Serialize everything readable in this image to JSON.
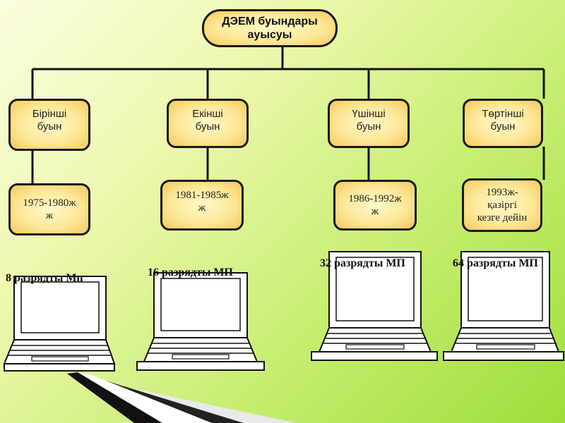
{
  "root": {
    "line1": "ДЭЕМ буындары",
    "line2": "ауысуы"
  },
  "generations": [
    {
      "label1": "Бірінші",
      "label2": "буын",
      "years1": "1975-1980ж",
      "years2": "ж",
      "years3": "",
      "mp": "8 разрядты  Мп"
    },
    {
      "label1": "Екінші",
      "label2": "буын",
      "years1": "1981-1985ж",
      "years2": "ж",
      "years3": "",
      "mp": "16 разрядты МП"
    },
    {
      "label1": "Үшінші",
      "label2": "буын",
      "years1": "1986-1992ж",
      "years2": "ж",
      "years3": "",
      "mp": "32 разрядты МП"
    },
    {
      "label1": "Төртінші",
      "label2": "буын",
      "years1": "1993ж-",
      "years2": "қазіргі",
      "years3": "кезге дейін",
      "mp": "64 разрядты МП"
    }
  ],
  "colors": {
    "box_fill": "#fde89a",
    "border": "#1a1a1a",
    "background": "#c6ee70"
  }
}
